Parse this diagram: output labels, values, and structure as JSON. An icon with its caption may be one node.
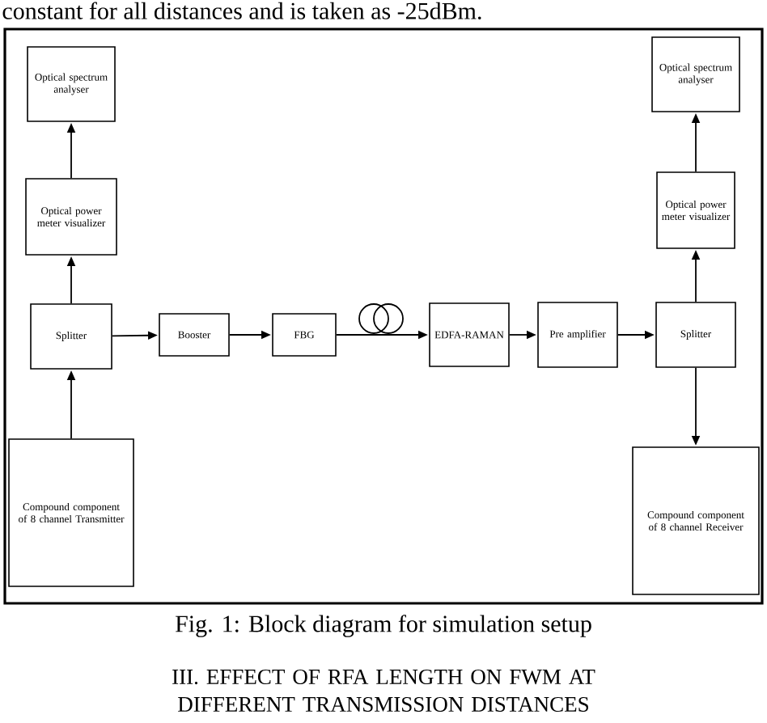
{
  "diagram": {
    "caption": "Fig. 1: Block diagram for simulation setup",
    "nodes": [
      {
        "text": [
          "Optical spectrum analyser"
        ]
      },
      {
        "text": [
          "Optical power meter visualizer"
        ]
      },
      {
        "text": [
          "Splitter"
        ]
      },
      {
        "text": [
          "Compound component of 8 channel Transmitter"
        ]
      },
      {
        "text": [
          "Booster"
        ]
      },
      {
        "text": [
          "FBG"
        ]
      },
      {
        "text": [
          "EDFA-RAMAN"
        ]
      },
      {
        "text": [
          "Pre amplifier"
        ]
      },
      {
        "text": [
          "Splitter"
        ]
      },
      {
        "text": [
          "Optical power meter visualizer"
        ]
      },
      {
        "text": [
          "Optical spectrum analyser"
        ]
      },
      {
        "text": [
          "Compound component of 8 channel Receiver"
        ]
      }
    ],
    "edges": [
      {
        "from": 3,
        "to": 2,
        "arrow": "to"
      },
      {
        "from": 2,
        "to": 1,
        "arrow": "to"
      },
      {
        "from": 1,
        "to": 0,
        "arrow": "to"
      },
      {
        "from": 2,
        "to": 4,
        "arrow": "to"
      },
      {
        "from": 4,
        "to": 5,
        "arrow": "to"
      },
      {
        "from": 5,
        "to": 6,
        "arrow": "to"
      },
      {
        "from": 6,
        "to": 7,
        "arrow": "to"
      },
      {
        "from": 7,
        "to": 8,
        "arrow": "to"
      },
      {
        "from": 8,
        "to": 9,
        "arrow": "to"
      },
      {
        "from": 9,
        "to": 10,
        "arrow": "to"
      },
      {
        "from": 8,
        "to": 11,
        "arrow": "to"
      }
    ],
    "labels": [
      "constant for all distances and is taken as -25dBm.",
      "III. EFFECT OF RFA LENGTH ON FWM AT DIFFERENT TRANSMISSION DISTANCES"
    ]
  }
}
